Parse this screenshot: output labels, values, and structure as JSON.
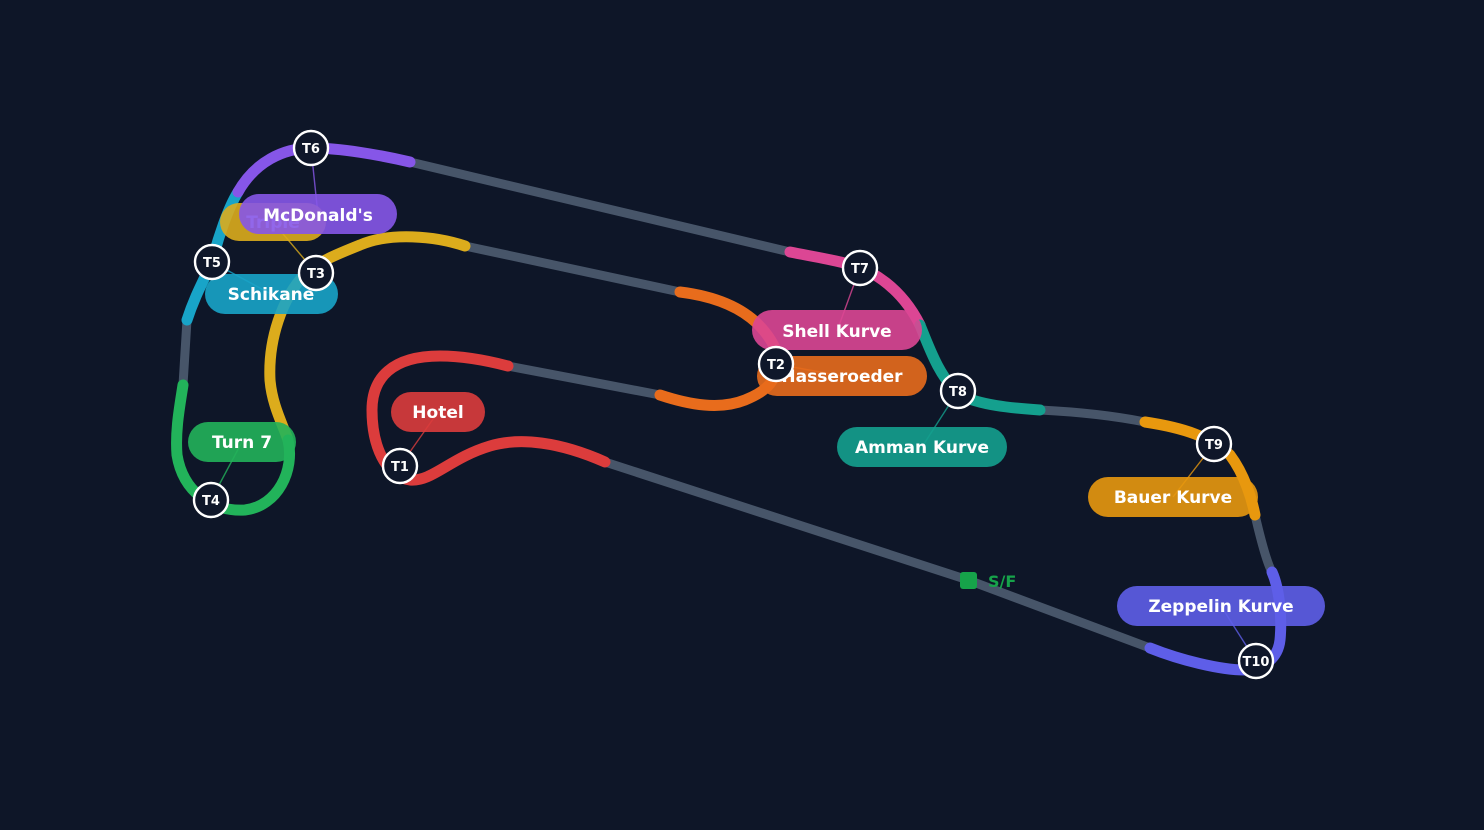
{
  "track": {
    "start_finish": {
      "label": "S/F",
      "color": "#16a34a"
    },
    "base_color": "#475569",
    "background": "#0e1628"
  },
  "turns": [
    {
      "id": "T1",
      "label": "Hotel",
      "color": "#dc3c3c"
    },
    {
      "id": "T2",
      "label": "Hasseroeder",
      "color": "#e86c1c"
    },
    {
      "id": "T3",
      "label": "Triple",
      "color": "#dcac1c"
    },
    {
      "id": "T4",
      "label": "Turn 7",
      "color": "#22b35a"
    },
    {
      "id": "T5",
      "label": "Schikane",
      "color": "#18a4c8"
    },
    {
      "id": "T6",
      "label": "McDonald's",
      "color": "#8656e8"
    },
    {
      "id": "T7",
      "label": "Shell Kurve",
      "color": "#dc4694"
    },
    {
      "id": "T8",
      "label": "Amman Kurve",
      "color": "#14a08e"
    },
    {
      "id": "T9",
      "label": "Bauer Kurve",
      "color": "#e8980e"
    },
    {
      "id": "T10",
      "label": "Zeppelin Kurve",
      "color": "#5e5ee8"
    }
  ]
}
